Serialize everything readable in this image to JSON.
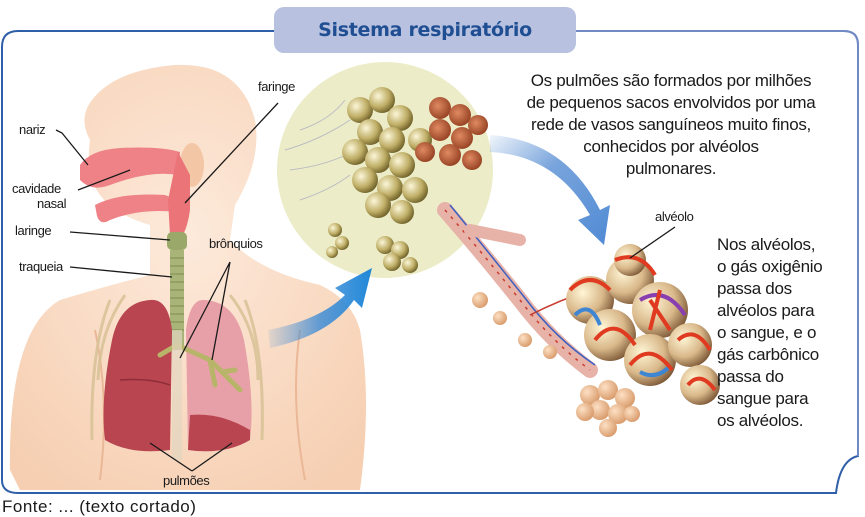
{
  "title": "Sistema respiratório",
  "labels": {
    "nariz": "nariz",
    "cavidade_nasal_1": "cavidade",
    "cavidade_nasal_2": "nasal",
    "laringe": "laringe",
    "traqueia": "traqueia",
    "faringe": "faringe",
    "bronquios": "brônquios",
    "pulmoes": "pulmões",
    "alveolo": "alvéolo"
  },
  "text_top": [
    "Os pulmões são formados por milhões",
    "de pequenos sacos envolvidos por uma",
    "rede de vasos sanguíneos muito finos,",
    "conhecidos por alvéolos",
    "pulmonares."
  ],
  "text_right": [
    "Nos alvéolos,",
    "o gás oxigênio",
    "passa dos",
    "alvéolos para",
    "o sangue, e o",
    "gás carbônico",
    "passa do",
    "sangue para",
    "os alvéolos."
  ],
  "credit": "Fonte: ... (texto cortado)",
  "colors": {
    "frame": "#2f5fa8",
    "title_bg": "#b8c1e0",
    "title_text": "#1f4f92",
    "arrow": "#3a8ad6",
    "skin": "#f9dcc4",
    "airway": "#ec7b7f",
    "lung": "#b8454f",
    "trachea": "#9aa86a",
    "alveoli_circle": "#ecedc8"
  }
}
